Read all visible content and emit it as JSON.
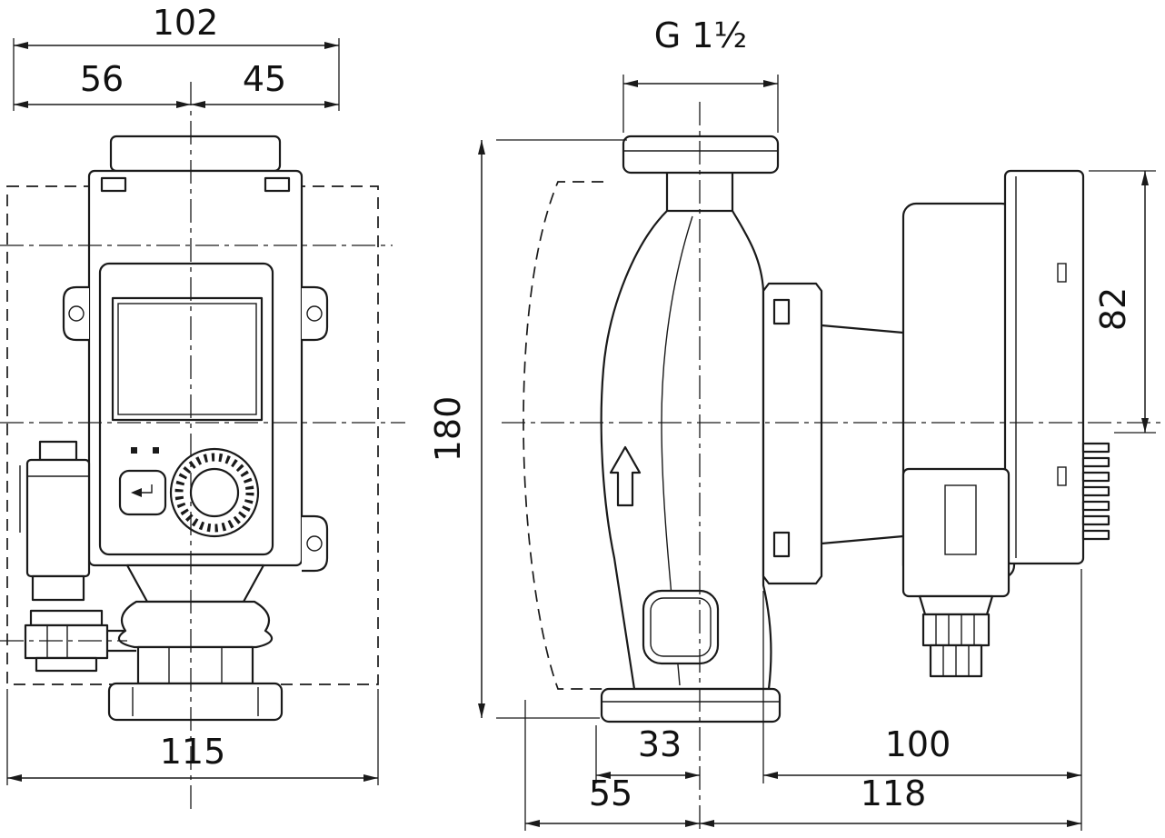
{
  "meta": {
    "background_color": "#ffffff",
    "line_color": "#1a1a1a",
    "drawing_type": "pump dimensional drawing, two orthographic views"
  },
  "front_view": {
    "dims": {
      "overall_width": "102",
      "left_of_center": "56",
      "right_of_center": "45",
      "base_width": "115"
    }
  },
  "side_view": {
    "dims": {
      "pipe_thread": "G 1½",
      "overall_height": "180",
      "module_height": "82",
      "center_to_front": "33",
      "front_to_back": "100",
      "center_to_shell_front": "55",
      "center_to_back": "118"
    }
  }
}
